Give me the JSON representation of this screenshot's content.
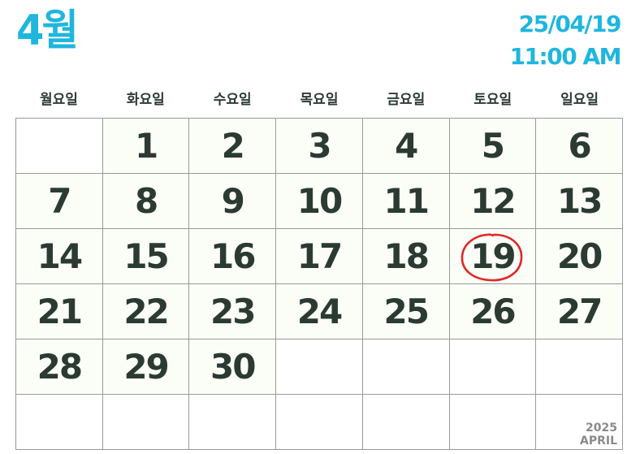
{
  "header": {
    "month": "4월",
    "date": "25/04/19",
    "time": "11:00 AM"
  },
  "weekdays": [
    "월요일",
    "화요일",
    "수요일",
    "목요일",
    "금요일",
    "토요일",
    "일요일"
  ],
  "weeks": [
    [
      "",
      "1",
      "2",
      "3",
      "4",
      "5",
      "6"
    ],
    [
      "7",
      "8",
      "9",
      "10",
      "11",
      "12",
      "13"
    ],
    [
      "14",
      "15",
      "16",
      "17",
      "18",
      "19",
      "20"
    ],
    [
      "21",
      "22",
      "23",
      "24",
      "25",
      "26",
      "27"
    ],
    [
      "28",
      "29",
      "30",
      "",
      "",
      "",
      ""
    ],
    [
      "",
      "",
      "",
      "",
      "",
      "",
      ""
    ]
  ],
  "highlighted_day": "19",
  "footer": {
    "year": "2025",
    "month_name": "APRIL"
  },
  "colors": {
    "accent": "#1fb6de",
    "text": "#2b3a33",
    "circle": "#e02828",
    "cell_background": "#fbfef7",
    "grid_line": "#9a9a9a",
    "footer_text": "#8a8a8a"
  }
}
